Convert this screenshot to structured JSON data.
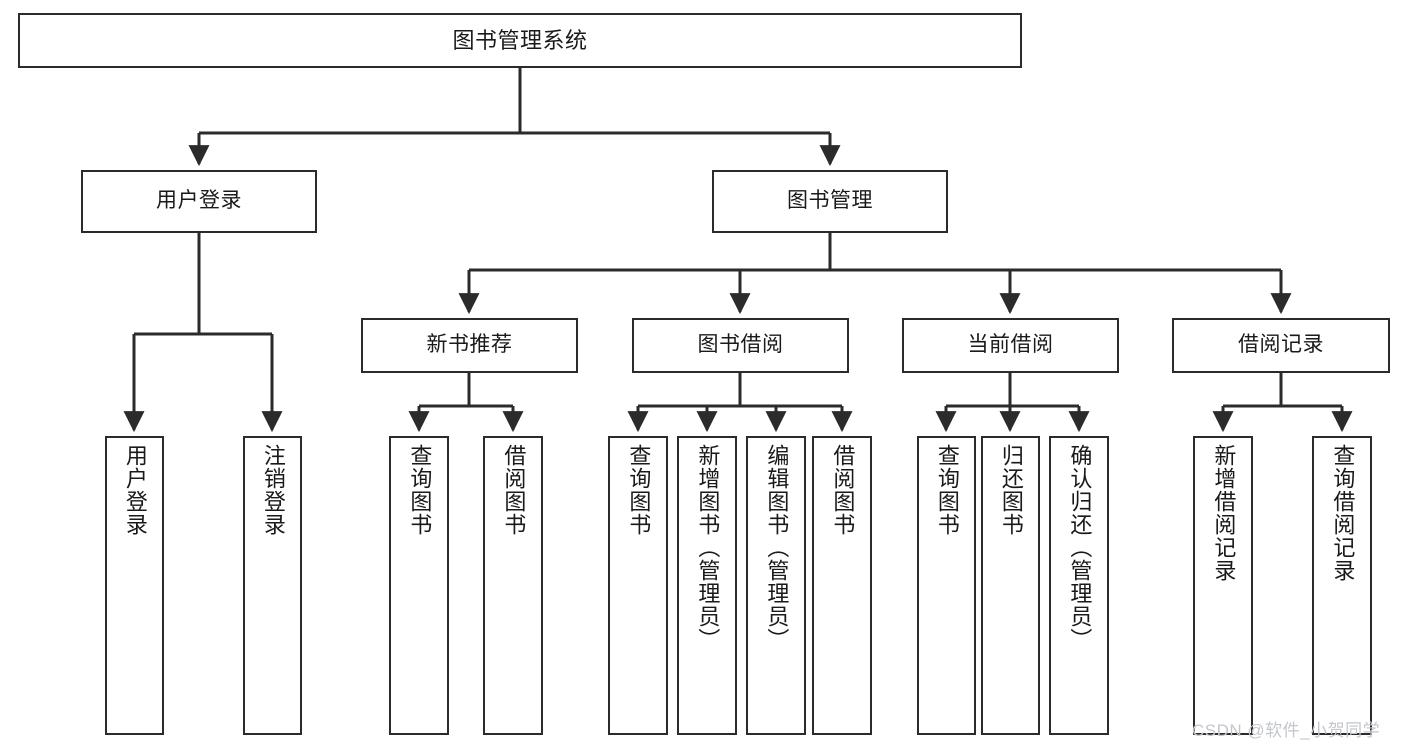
{
  "diagram": {
    "title": "图书管理系统",
    "type": "功能结构图",
    "colors": {
      "box_border": "#2b2b2b",
      "box_fill": "#ffffff",
      "line": "#2b2b2b",
      "background": "#ffffff",
      "watermark": "#c3c6cb"
    }
  },
  "root": {
    "label": "图书管理系统"
  },
  "level2": [
    {
      "label": "用户登录"
    },
    {
      "label": "图书管理"
    }
  ],
  "level3": [
    {
      "label": "新书推荐"
    },
    {
      "label": "图书借阅"
    },
    {
      "label": "当前借阅"
    },
    {
      "label": "借阅记录"
    }
  ],
  "leaves": {
    "user_login": [
      {
        "label": "用户登录"
      },
      {
        "label": "注销登录"
      }
    ],
    "new_book": [
      {
        "label": "查询图书"
      },
      {
        "label": "借阅图书"
      }
    ],
    "book_borrow": [
      {
        "label": "查询图书"
      },
      {
        "label": "新增图书（管理员）"
      },
      {
        "label": "编辑图书（管理员）"
      },
      {
        "label": "借阅图书"
      }
    ],
    "current_borrow": [
      {
        "label": "查询图书"
      },
      {
        "label": "归还图书"
      },
      {
        "label": "确认归还（管理员）"
      }
    ],
    "borrow_record": [
      {
        "label": "新增借阅记录"
      },
      {
        "label": "查询借阅记录"
      }
    ]
  },
  "watermark": {
    "text": "CSDN @软件_小贺同学"
  }
}
